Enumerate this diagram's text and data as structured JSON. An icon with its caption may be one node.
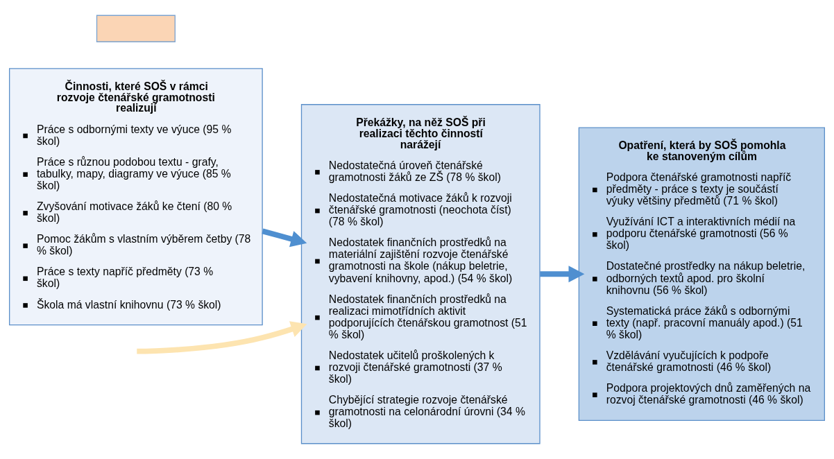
{
  "diagram": {
    "nodes": [
      {
        "text": [
          "Činnosti, které SOŠ v rámci rozvoje čtenářské gramotnosti realizují",
          "Práce s odbornými texty ve výuce (95 % škol)",
          "Práce s různou podobou textu - grafy, tabulky, mapy, diagramy ve výuce (85 % škol)",
          "Zvyšování motivace žáků ke čtení (80 % škol)",
          "Pomoc žákům s vlastním výběrem četby (78 % škol)",
          "Práce s texty napříč předměty (73 % škol)",
          "Škola má vlastní knihovnu (73 % škol)"
        ]
      },
      {
        "text": [
          "Překážky, na něž SOŠ při realizaci těchto činností narážejí",
          "Nedostatečná úroveň čtenářské gramotnosti žáků ze ZŠ (78 % škol)",
          "Nedostatečná motivace žáků k rozvoji čtenářské gramotnosti (neochota číst) (78 % škol)",
          "Nedostatek finančních prostředků na materiální zajištění rozvoje čtenářské gramotnosti na škole (nákup beletrie, vybavení knihovny, apod.) (54 % škol)",
          "Nedostatek finančních prostředků na realizaci mimotřídních aktivit podporujících čtenářskou gramotnost (51 % škol)",
          "Nedostatek učitelů proškolených k rozvoji čtenářské gramotnosti (37 % škol)",
          "Chybějící strategie rozvoje čtenářské gramotnosti na celonárodní úrovni (34 % škol)"
        ]
      },
      {
        "text": [
          "Opatření, která by SOŠ pomohla ke stanoveným cílům",
          "Podpora čtenářské gramotnosti napříč předměty - práce s texty je součástí výuky většiny předmětů (71 % škol)",
          "Využívání ICT a interaktivních médií na podporu čtenářské gramotnosti (56 % škol)",
          "Dostatečné prostředky na nákup beletrie, odborných textů apod. pro školní knihovnu (56 % škol)",
          "Systematická práce žáků s odbornými texty (např. pracovní manuály apod.) (51 % škol)",
          "Vzdělávání vyučujících k podpoře čtenářské gramotnosti (46 % škol)",
          "Podpora projektových dnů zaměřených na rozvoj čtenářské gramotnosti (46 % škol)"
        ]
      },
      {
        "text": [],
        "shape": "box"
      }
    ],
    "edges": [
      {
        "from": 0,
        "to": 1,
        "arrow": "to"
      },
      {
        "from": 1,
        "to": 2,
        "arrow": "to"
      },
      {
        "from": null,
        "to": 1,
        "arrow": "to",
        "color": "#fde4b0"
      }
    ]
  }
}
